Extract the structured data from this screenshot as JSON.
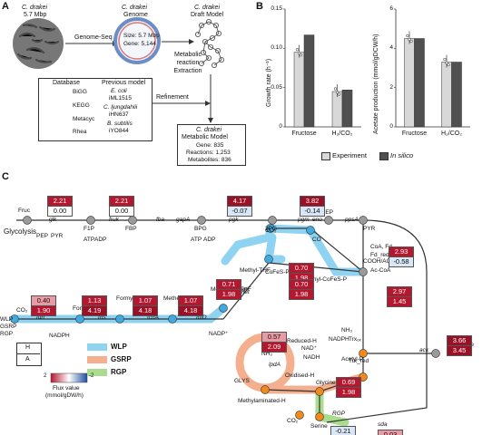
{
  "panelA": {
    "letter": "A",
    "organism": "C. drakei",
    "genome_size": "5.7 Mbp",
    "genome_seq": "Genome-Seq",
    "genome_title": "C. drakei",
    "genome_sub": "Genome",
    "size_label": "Size:",
    "size_val": "5.7 Mbp",
    "gene_label": "Gene:",
    "gene_val": "5,144",
    "draft_title": "C. drakei",
    "draft_sub": "Draft Model",
    "extraction": [
      "Metabolic",
      "reaction",
      "Extraction"
    ],
    "database_hdr": "Database",
    "databases": [
      "BiGG",
      "KEGG",
      "Metacyc",
      "Rhea"
    ],
    "logos": [
      "BiGG",
      "KEGG",
      "MetaCyc",
      "Rhea"
    ],
    "prev_hdr": "Previous model",
    "prev_models": [
      {
        "org": "E. coli",
        "name": "iML1515"
      },
      {
        "org": "C. ljungdahlii",
        "name": "iHN637"
      },
      {
        "org": "B. subtilis",
        "name": "iYO844"
      }
    ],
    "refinement": "Refinement",
    "final_title": "C. drakei",
    "final_sub": "Metabolic Model",
    "final_stats": [
      "Gene: 835",
      "Reactions: 1,253",
      "Metabolites: 836"
    ]
  },
  "panelB": {
    "letter": "B",
    "growth_ylabel": "Growth rate (h⁻¹)",
    "acetate_ylabel": "Acetate production (mmol/gDCW/h)",
    "legend": [
      "Experiment",
      "In silico"
    ],
    "chart_data": [
      {
        "type": "bar",
        "categories": [
          "Fructose",
          "H₂/CO₂"
        ],
        "series": [
          {
            "name": "Experiment",
            "values": [
              0.095,
              0.045
            ]
          },
          {
            "name": "In silico",
            "values": [
              0.117,
              0.047
            ]
          }
        ],
        "ylim": [
          0,
          0.15
        ],
        "yticks": [
          "0",
          "0.05",
          "0.10",
          "0.15"
        ],
        "ylabel": "Growth rate (h⁻¹)"
      },
      {
        "type": "bar",
        "categories": [
          "Fructose",
          "H₂/CO₂"
        ],
        "series": [
          {
            "name": "Experiment",
            "values": [
              4.5,
              3.3
            ]
          },
          {
            "name": "In silico",
            "values": [
              4.5,
              3.3
            ]
          }
        ],
        "ylim": [
          0,
          6
        ],
        "yticks": [
          "0",
          "2",
          "4",
          "6"
        ],
        "ylabel": "Acetate production (mmol/gDCW/h)"
      }
    ],
    "colors": {
      "experiment": "#d8d8d8",
      "insilico": "#505050"
    }
  },
  "panelC": {
    "letter": "C",
    "glycolysis": "Glycolysis",
    "metabolites": {
      "fruc": "Fruc",
      "f1p": "F1P",
      "fbp": "FBP",
      "bpg": "BPG",
      "pg3": "3PG",
      "pep": "PEP",
      "pep2": "PEP",
      "pyr": "PYR",
      "pyr2": "PYR",
      "atp": "ATP",
      "adp": "ADP",
      "atp2": "ATP",
      "adp2": "ADP",
      "co2a": "CO₂",
      "wlp": "WLP",
      "gsrp": "GSRP",
      "rgp": "RGP",
      "formate": "Formate",
      "formylthf": "Formyl-THF",
      "methenylthf": "Methenyl-THF",
      "methylenethf": "Methylene-THF",
      "methylthf": "Methyl-THF",
      "co2b": "CO₂",
      "co": "CO",
      "acoa": "Ac-CoA",
      "acetylp": "Acetyl-P",
      "acetate": "Acetate",
      "cofesp": "CoFeS-P",
      "methylcofesp": "Methyl-CoFeS-P",
      "thf": "THF",
      "reducedh": "Reduced-H",
      "oxidisedh": "Oxidised-H",
      "nh3": "NH₃",
      "glys": "GLYS",
      "methylaminatedh": "Methylaminated-H",
      "glycine": "Glycine",
      "co2c": "CO₂",
      "serine": "Serine",
      "nadplus": "NAD⁺",
      "nadh": "NADH",
      "nadph": "NADPH",
      "nadp": "NADP⁺",
      "trxox": "Trxₒₓ",
      "trxred": "Trx_red",
      "glyr": "GLYR",
      "nh3b": "NH₃",
      "coa": "CoA, Fdₒₓ",
      "fdred": "Fd_red",
      "cooh": "COOH/ACS"
    },
    "enzymes": {
      "glk": "glk",
      "fruk": "fruk",
      "fba": "fba",
      "gapa": "gapA",
      "pgk": "pgk",
      "pgm": "pgm",
      "eno": "eno",
      "ppsa": "ppsA",
      "fdh": "fdh",
      "fhs": "fhs",
      "fcha": "fchA",
      "fold": "folD",
      "met": "met",
      "por": "por",
      "pta": "pta",
      "ack": "ack",
      "lpda": "lpdA",
      "sda": "sda",
      "rgp2": "RGP"
    },
    "fluxes": [
      {
        "id": "glk",
        "h": "2.21",
        "a": "0.00"
      },
      {
        "id": "fruk",
        "h": "2.21",
        "a": "0.00"
      },
      {
        "id": "pgk",
        "h": "4.17",
        "a": "-0.07"
      },
      {
        "id": "pgm",
        "h": "3.82",
        "a": "-0.14"
      },
      {
        "id": "por",
        "h": "2.93",
        "a": "-0.58"
      },
      {
        "id": "fdh",
        "h": "0.40",
        "a": "1.90"
      },
      {
        "id": "fhs",
        "h": "1.13",
        "a": "4.19"
      },
      {
        "id": "fcha",
        "h": "1.07",
        "a": "4.18"
      },
      {
        "id": "fold",
        "h": "1.07",
        "a": "4.18"
      },
      {
        "id": "met",
        "h": "0.71",
        "a": "1.98"
      },
      {
        "id": "codh",
        "h": "0.70",
        "a": "1.98"
      },
      {
        "id": "cofes",
        "h": "0.70",
        "a": "1.98"
      },
      {
        "id": "pta",
        "h": "2.97",
        "a": "1.45"
      },
      {
        "id": "ack",
        "h": "3.66",
        "a": "3.45"
      },
      {
        "id": "lpda",
        "h": "0.57",
        "a": "2.09"
      },
      {
        "id": "glyr",
        "h": "0.69",
        "a": "1.98"
      },
      {
        "id": "rgp",
        "h": "",
        "a": "-0.21"
      },
      {
        "id": "sda",
        "h": "",
        "a": "0.03"
      }
    ],
    "legend": {
      "h": "H",
      "a": "A",
      "max": "2",
      "min": "-2",
      "title": [
        "Flux value",
        "(mmol/gDW/h)"
      ],
      "pathways": [
        {
          "name": "WLP",
          "color": "#8fd3f2"
        },
        {
          "name": "GSRP",
          "color": "#f4b08e"
        },
        {
          "name": "RGP",
          "color": "#a9dc8e"
        }
      ]
    }
  }
}
